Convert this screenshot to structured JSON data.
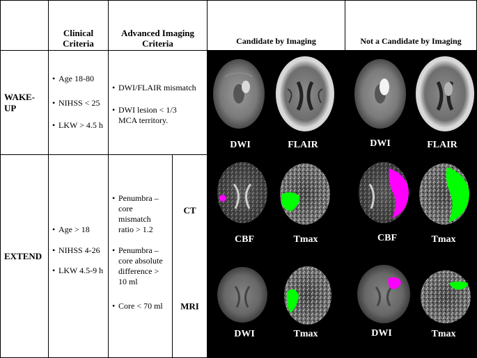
{
  "headers": {
    "clinical": "Clinical Criteria",
    "advanced": "Advanced Imaging Criteria",
    "candidate": "Candidate by Imaging",
    "not_candidate": "Not a Candidate by Imaging"
  },
  "wakeup": {
    "label": "WAKE-UP",
    "clinical": [
      "Age 18-80",
      "NIHSS < 25",
      "LKW > 4.5 h"
    ],
    "advanced": [
      "DWI/FLAIR mismatch",
      "DWI lesion < 1/3 MCA territory."
    ],
    "image_labels": [
      "DWI",
      "FLAIR",
      "DWI",
      "FLAIR"
    ]
  },
  "extend": {
    "label": "EXTEND",
    "clinical": [
      "Age > 18",
      "NIHSS 4-26",
      "LKW 4.5-9 h"
    ],
    "advanced": [
      "Penumbra – core mismatch ratio > 1.2",
      "Penumbra – core absolute difference > 10 ml",
      "Core < 70 ml"
    ],
    "modalities": [
      "CT",
      "MRI"
    ],
    "ct_image_labels": [
      "CBF",
      "Tmax",
      "CBF",
      "Tmax"
    ],
    "mri_image_labels": [
      "DWI",
      "Tmax",
      "DWI",
      "Tmax"
    ]
  },
  "colors": {
    "core": "#ff00ff",
    "penumbra": "#00ff00",
    "panel_bg": "#000000"
  }
}
